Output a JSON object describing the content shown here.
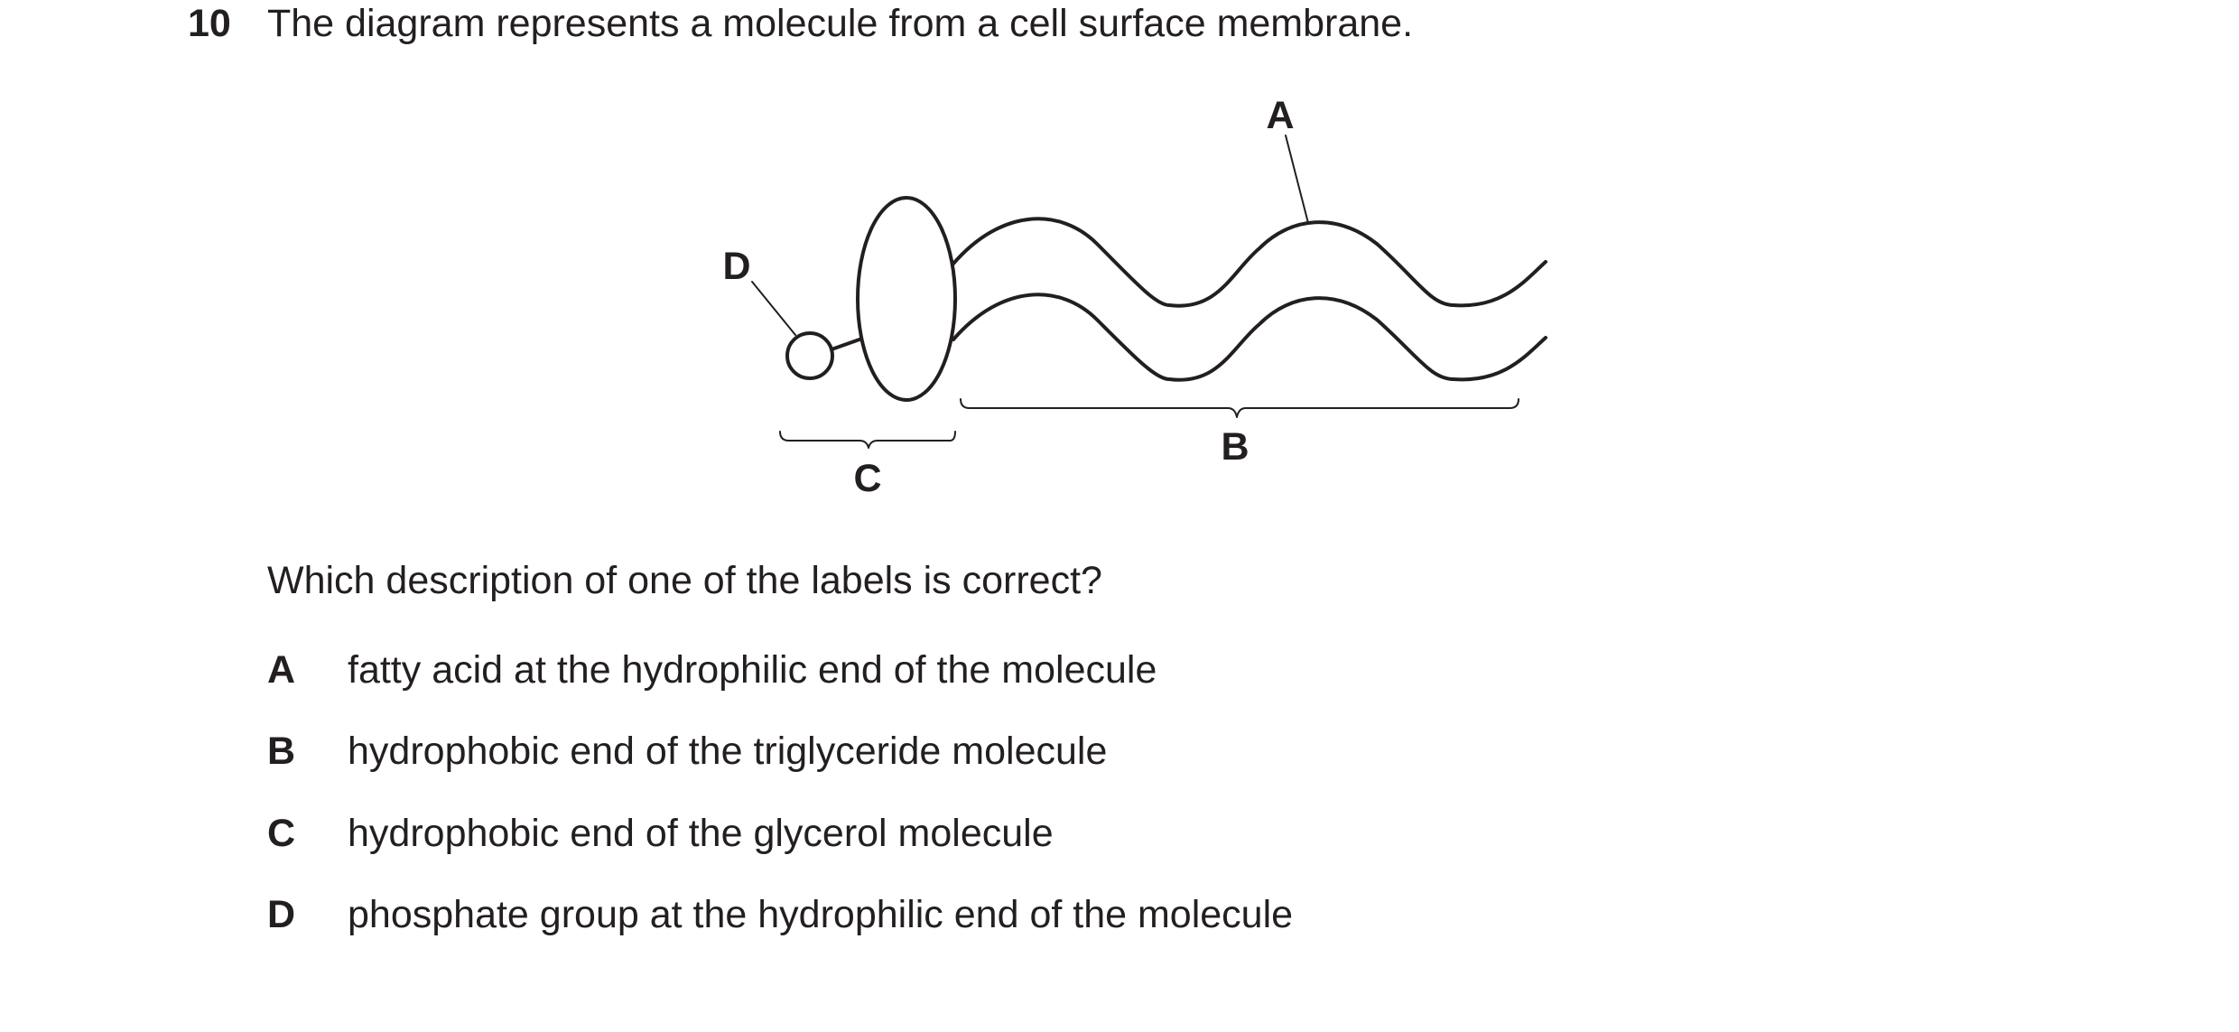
{
  "question": {
    "number": "10",
    "stem": "The diagram represents a molecule from a cell surface membrane.",
    "prompt": "Which description of one of the labels is correct?"
  },
  "diagram": {
    "labels": {
      "a": "A",
      "b": "B",
      "c": "C",
      "d": "D"
    },
    "stroke_color": "#231f20"
  },
  "options": [
    {
      "letter": "A",
      "text": "fatty acid at the hydrophilic end of the molecule"
    },
    {
      "letter": "B",
      "text": "hydrophobic end of the triglyceride molecule"
    },
    {
      "letter": "C",
      "text": "hydrophobic end of the glycerol molecule"
    },
    {
      "letter": "D",
      "text": "phosphate group at the hydrophilic end of the molecule"
    }
  ]
}
